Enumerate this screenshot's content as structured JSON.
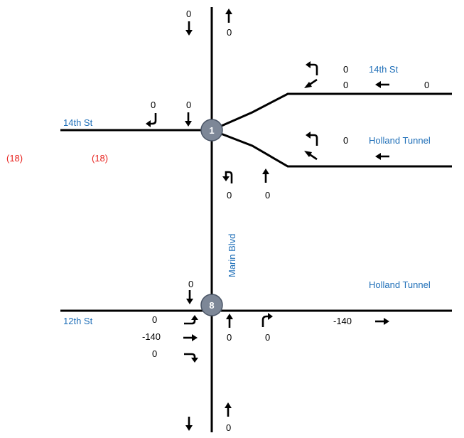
{
  "colors": {
    "street_label": "#1f6fb8",
    "red_value": "#e8231f",
    "node_fill": "#7d8797",
    "node_stroke": "#4a5566"
  },
  "streets": {
    "fourteenth_west": "14th St",
    "fourteenth_east": "14th St",
    "holland_upper": "Holland Tunnel",
    "holland_lower": "Holland Tunnel",
    "marin": "Marin Blvd",
    "twelfth": "12th St"
  },
  "nodes": {
    "top": "1",
    "bottom": "8"
  },
  "red_values": {
    "left": "(18)",
    "right": "(18)"
  },
  "volumes": {
    "top_south": "0",
    "top_north": "0",
    "n1_sb_right": "0",
    "n1_sb_thru": "0",
    "e14_left": "0",
    "e14_thru": "0",
    "e14_far": "0",
    "ht_left": "0",
    "n1_nb_left": "0",
    "n1_nb_thru": "0",
    "n8_sb_thru": "0",
    "n8_eb_left": "0",
    "n8_eb_thru": "-140",
    "n8_eb_right": "0",
    "n8_nb_thru": "0",
    "n8_nb_right": "0",
    "east_eb": "-140",
    "bottom_north": "0"
  }
}
